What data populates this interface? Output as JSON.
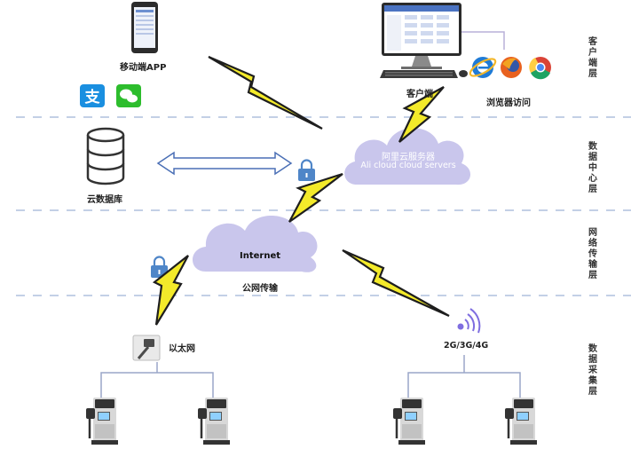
{
  "labels": {
    "mobile_app": "移动端APP",
    "client": "客户端",
    "browser_access": "浏览器访问",
    "cloud_db": "云数据库",
    "aliyun_cn": "阿里云服务器",
    "aliyun_en": "Ali cloud  cloud servers",
    "internet": "Internet",
    "public_net": "公网传输",
    "ethernet": "以太网",
    "mobile_net": "2G/3G/4G"
  },
  "layers": {
    "client": "客户端层",
    "data_center": "数据中心层",
    "network": "网络传输层",
    "collection": "数据采集层"
  },
  "colors": {
    "cloud": "#c9c6ec",
    "dash": "#9fb3d6",
    "lightning_fill": "#f3ea2a",
    "lightning_stroke": "#1e1e1e",
    "lock": "#4f86c8",
    "charger_body": "#d8d8d8",
    "charger_dark": "#333333",
    "arrow": "#4a6fb5"
  }
}
